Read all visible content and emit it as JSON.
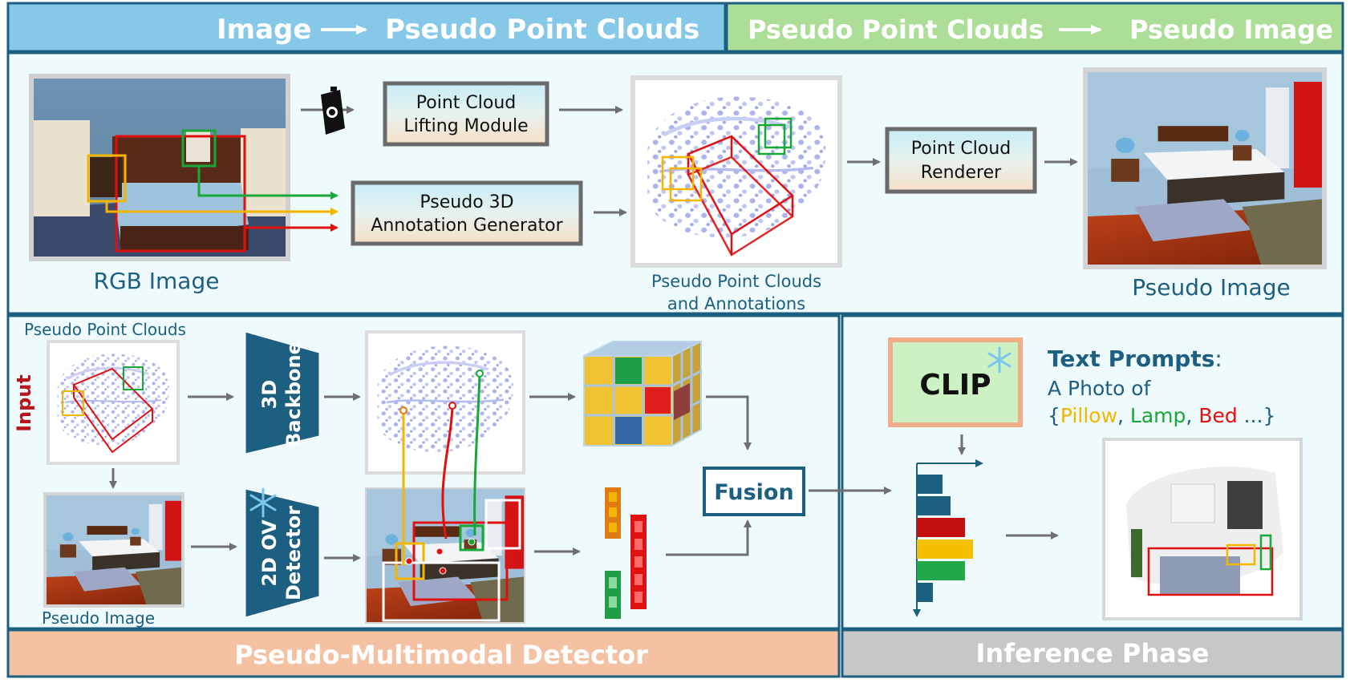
{
  "banners": {
    "top_left": {
      "from": "Image",
      "to": "Pseudo Point Clouds"
    },
    "top_right": {
      "from": "Pseudo Point Clouds",
      "to": "Pseudo Image"
    },
    "bottom_left": "Pseudo-Multimodal Detector",
    "bottom_right": "Inference Phase"
  },
  "pipeline": {
    "rgb_image_label": "RGB Image",
    "lifting_module": [
      "Point Cloud",
      "Lifting Module"
    ],
    "annotation_generator": [
      "Pseudo 3D",
      "Annotation Generator"
    ],
    "pseudo_pc_label": [
      "Pseudo Point Clouds",
      "and Annotations"
    ],
    "renderer": [
      "Point Cloud",
      "Renderer"
    ],
    "pseudo_image_label": "Pseudo Image"
  },
  "detector": {
    "input_label": "Input",
    "pc_label": "Pseudo Point Clouds",
    "image_label": "Pseudo Image",
    "backbone_3d": [
      "3D",
      "Backbone"
    ],
    "detector_2d": [
      "2D OV",
      "Detector"
    ],
    "fusion": "Fusion"
  },
  "inference": {
    "clip": "CLIP",
    "prompt_title": "Text Prompts",
    "prompt_colon": ":",
    "prompt_line": "A Photo of",
    "prompt_open": "{",
    "prompt_items": [
      {
        "text": "Pillow",
        "color": "#f2b600"
      },
      {
        "text": "Lamp",
        "color": "#18a838"
      },
      {
        "text": "Bed",
        "color": "#e01010"
      }
    ],
    "prompt_sep": ",",
    "prompt_close": "...}",
    "bar_values": [
      {
        "value": 0.45,
        "color": "#1d5f80"
      },
      {
        "value": 0.6,
        "color": "#1d5f80"
      },
      {
        "value": 0.85,
        "color": "#c40d0d"
      },
      {
        "value": 1.0,
        "color": "#f5c000"
      },
      {
        "value": 0.85,
        "color": "#20a84a"
      },
      {
        "value": 0.28,
        "color": "#1d5f80"
      }
    ]
  },
  "colors": {
    "banner_blue": "#86c8e8",
    "banner_green": "#acde98",
    "banner_salmon": "#f4c1a3",
    "banner_gray": "#c7c7c7",
    "panel_bg": "#effafd",
    "frame": "#1d5f80",
    "box_red": "#e01010",
    "box_yellow": "#f2b600",
    "box_green": "#18a838"
  }
}
